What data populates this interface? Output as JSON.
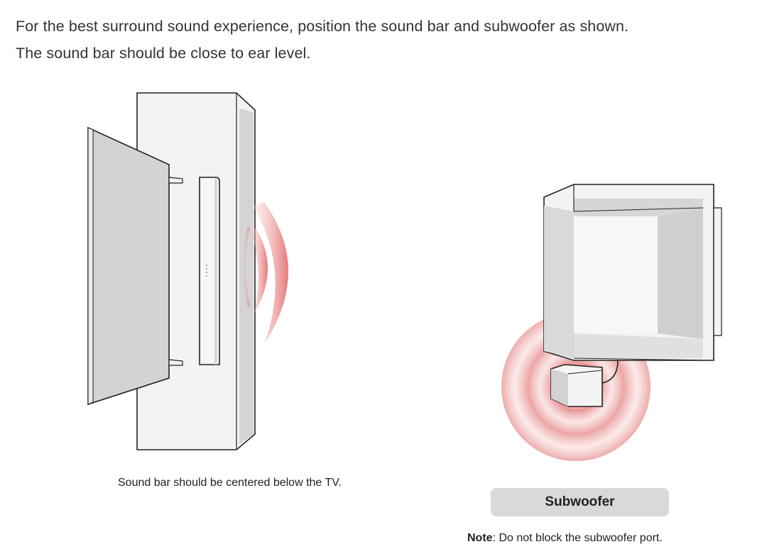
{
  "instructions": {
    "line1": "For the best surround sound experience, position the sound bar and subwoofer as shown.",
    "line2": "The sound bar should be close to ear level."
  },
  "soundbar_caption": "Sound bar should be centered below the TV.",
  "subwoofer_label": "Subwoofer",
  "note": {
    "prefix": "Note",
    "text": ": Do not block the subwoofer port."
  },
  "colors": {
    "wave": "#e57f7f",
    "panel": "#f2f2f2",
    "panel_shade": "#d3d3d3",
    "outline": "#222222"
  }
}
